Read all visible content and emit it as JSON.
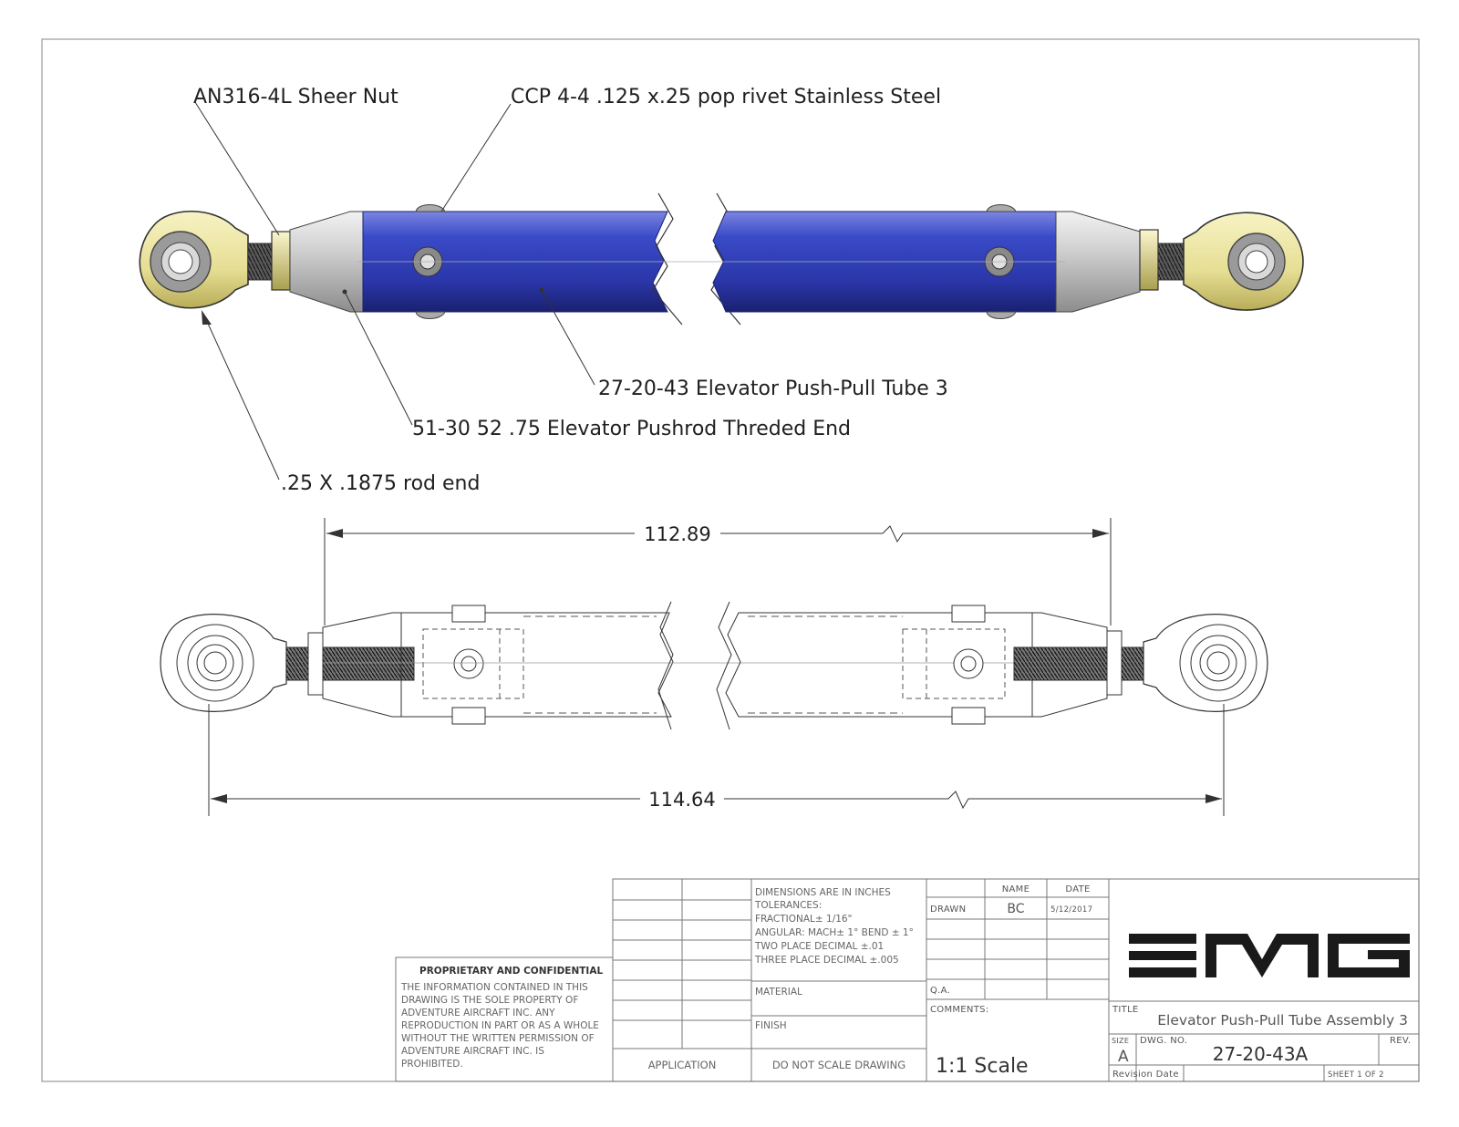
{
  "callouts": {
    "sheer_nut": "AN316-4L  Sheer Nut",
    "rivet": "CCP 4-4  .125 x.25 pop rivet Stainless Steel",
    "tube": "27-20-43 Elevator Push-Pull Tube  3",
    "threaded_end": "51-30 52 .75 Elevator Pushrod Threded End",
    "rod_end": ".25 X .1875 rod end"
  },
  "dimensions": {
    "inner_length": "112.89",
    "overall_length": "114.64"
  },
  "proprietary": {
    "heading": "PROPRIETARY AND CONFIDENTIAL",
    "lines": [
      "THE INFORMATION CONTAINED IN THIS",
      "DRAWING IS THE SOLE PROPERTY OF",
      "ADVENTURE AIRCRAFT INC.  ANY",
      "REPRODUCTION IN PART OR AS A WHOLE",
      "WITHOUT THE WRITTEN PERMISSION OF",
      "ADVENTURE AIRCRAFT INC. IS",
      "PROHIBITED."
    ]
  },
  "title_block": {
    "application": "APPLICATION",
    "do_not_scale": "DO  NOT  SCALE  DRAWING",
    "tolerances": [
      "DIMENSIONS ARE IN INCHES",
      "TOLERANCES:",
      "FRACTIONAL± 1/16\"",
      "ANGULAR: MACH± 1° BEND ± 1°",
      "TWO PLACE DECIMAL    ±.01",
      "THREE PLACE DECIMAL  ±.005"
    ],
    "material_label": "MATERIAL",
    "finish_label": "FINISH",
    "name_header": "NAME",
    "date_header": "DATE",
    "drawn_label": "DRAWN",
    "drawn_name": "BC",
    "drawn_date": "5/12/2017",
    "qa_label": "Q.A.",
    "comments_label": "COMMENTS:",
    "scale": "1:1 Scale",
    "logo": "EMG",
    "title_label": "TITLE",
    "title": "Elevator Push-Pull Tube Assembly 3",
    "size_label": "SIZE",
    "size": "A",
    "dwg_no_label": "DWG.  NO.",
    "dwg_no": "27-20-43A",
    "rev_label": "REV.",
    "revision_date_label": "Revision Date",
    "sheet": "SHEET 1 OF 2"
  },
  "colors": {
    "tube_blue": "#2f3fb8",
    "rod_end_yellow": "#eee8a8",
    "metal_grey": "#bdbdbd",
    "logo_black": "#1a1a1a"
  }
}
